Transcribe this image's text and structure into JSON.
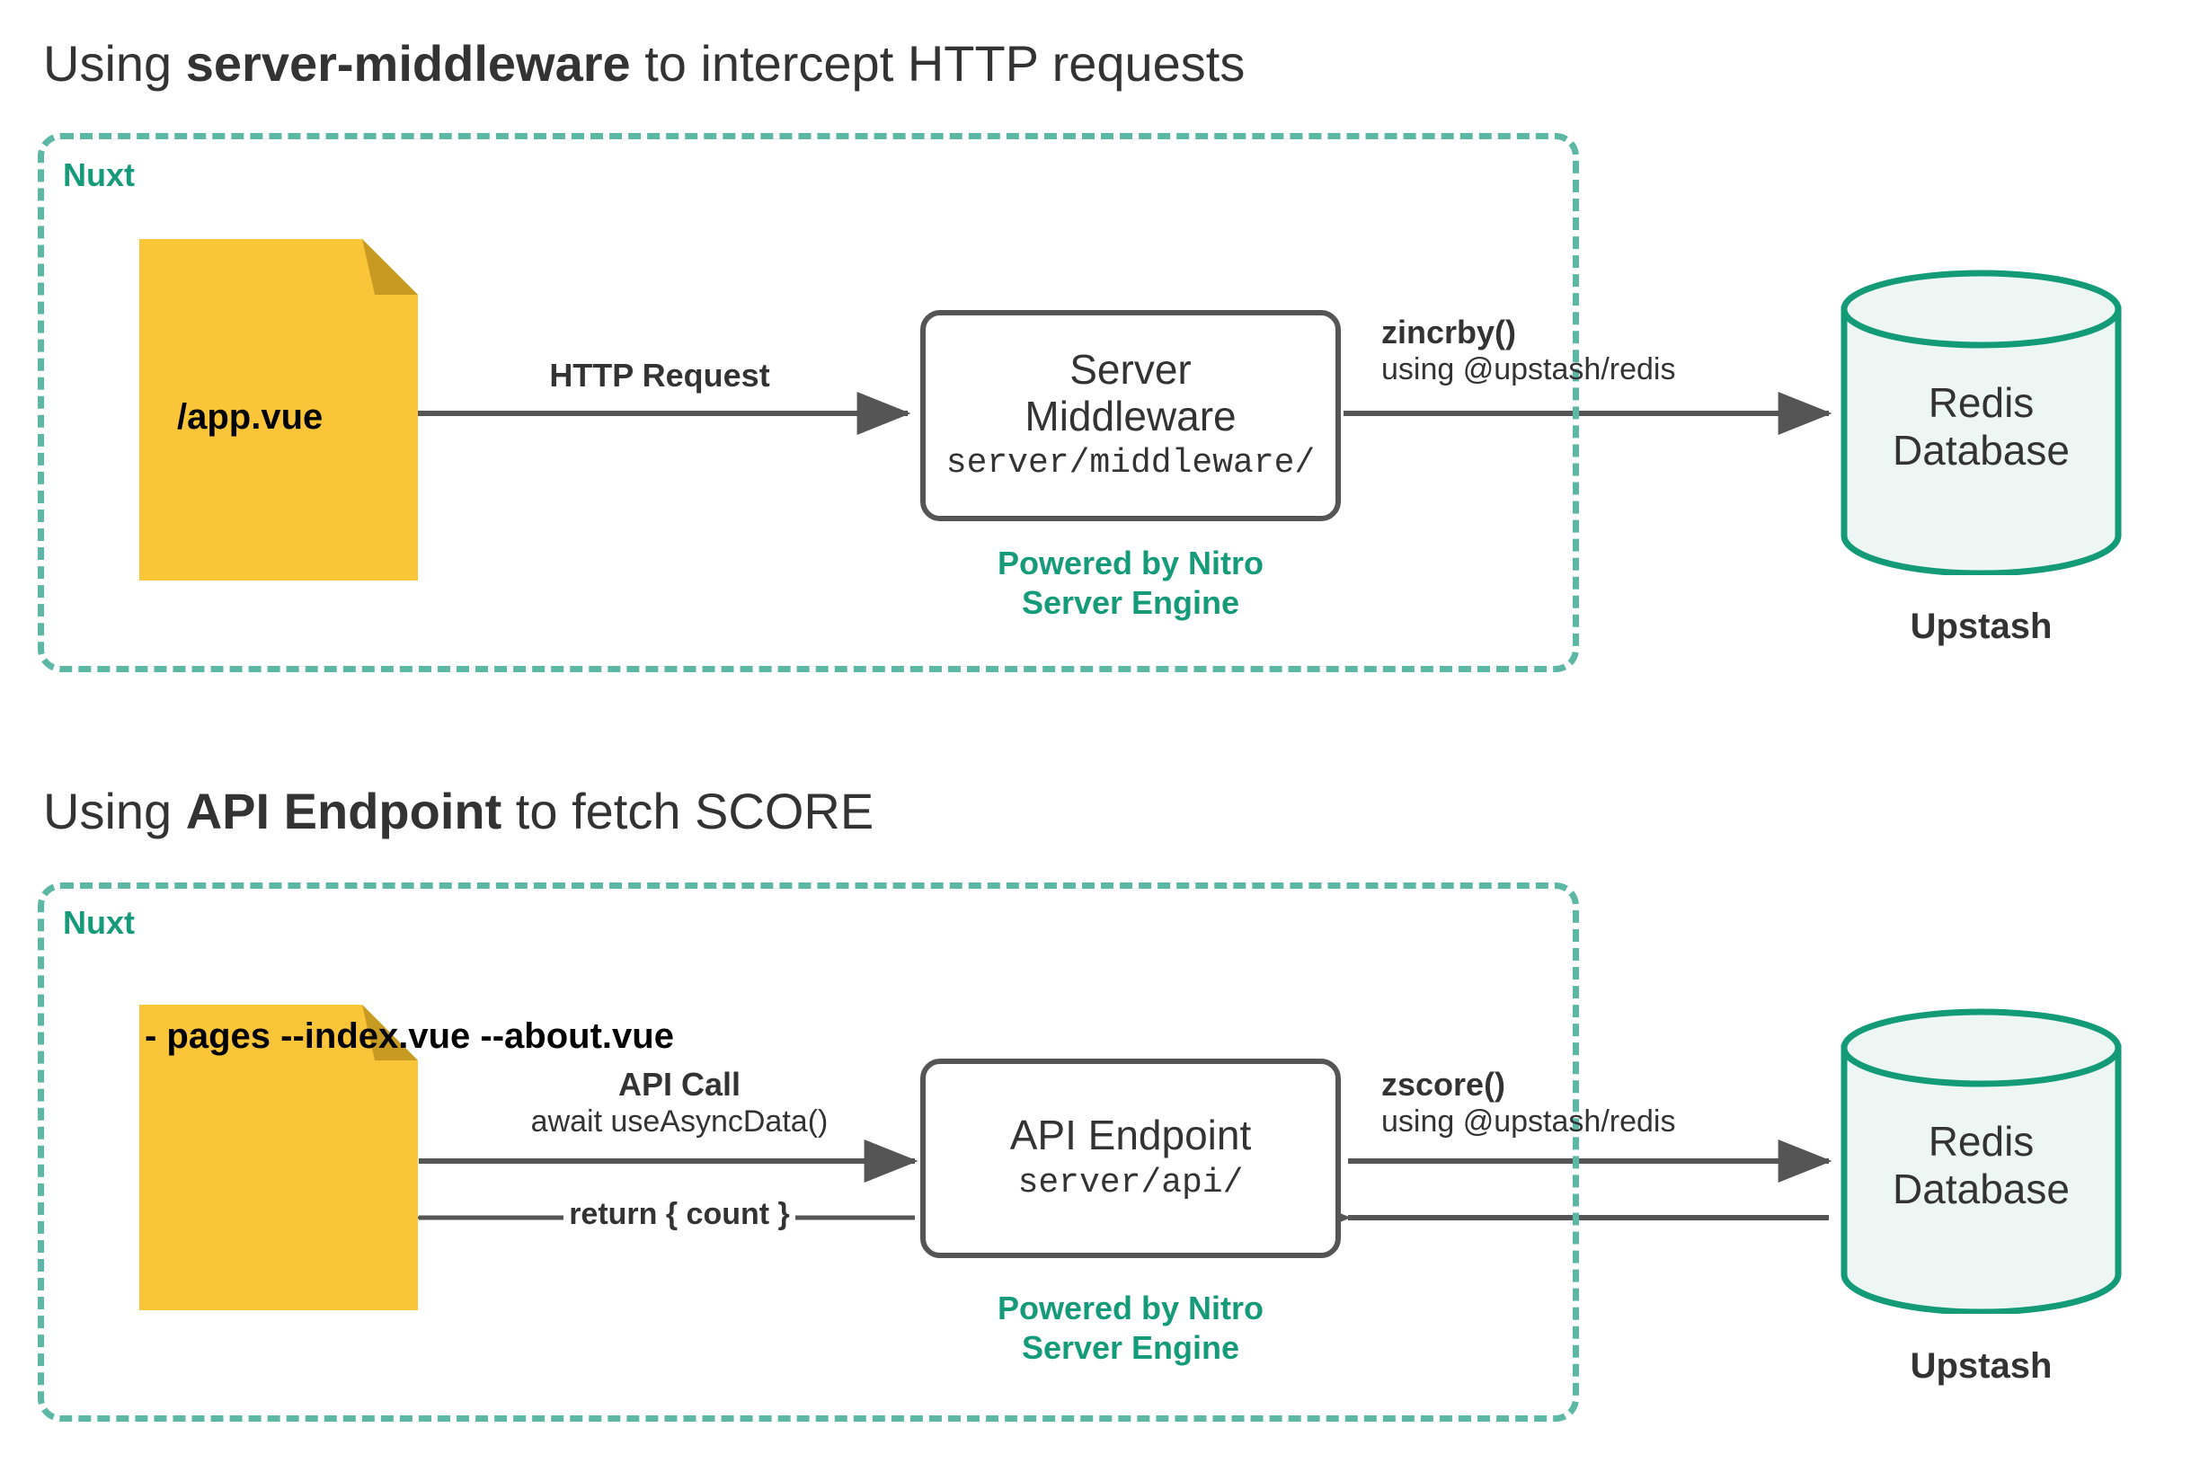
{
  "colors": {
    "nuxt_dashed_border": "#5cb7a5",
    "nuxt_label": "#159b7a",
    "file_yellow": "#fbc53a",
    "file_fold": "#c79a22",
    "box_border": "#555555",
    "arrow": "#555555",
    "db_border": "#139b78",
    "db_fill": "#eef6f4",
    "text": "#333333",
    "nitro_green": "#159b7a"
  },
  "sections": [
    {
      "id": "middleware",
      "title_prefix": "Using ",
      "title_strong": "server-middleware",
      "title_suffix": " to intercept HTTP requests",
      "container_label": "Nuxt",
      "file": {
        "lines": "/app.vue"
      },
      "arrow_in": {
        "bold": "HTTP Request",
        "plain": ""
      },
      "process": {
        "title": "Server\nMiddleware",
        "path": "server/middleware/",
        "caption": "Powered by Nitro\nServer Engine"
      },
      "arrow_out": {
        "bold": "zincrby()",
        "plain": "using @upstash/redis"
      },
      "database": {
        "label": "Redis\nDatabase",
        "caption": "Upstash"
      }
    },
    {
      "id": "api-endpoint",
      "title_prefix": "Using ",
      "title_strong": "API Endpoint",
      "title_suffix": " to fetch SCORE",
      "container_label": "Nuxt",
      "file": {
        "lines": "- pages\n--index.vue\n--about.vue"
      },
      "arrow_in": {
        "bold": "API Call",
        "plain": "await useAsyncData()"
      },
      "arrow_return": {
        "label": "return { count }"
      },
      "process": {
        "title": "API Endpoint",
        "path": "server/api/",
        "caption": "Powered by Nitro\nServer Engine"
      },
      "arrow_out": {
        "bold": "zscore()",
        "plain": "using @upstash/redis"
      },
      "database": {
        "label": "Redis\nDatabase",
        "caption": "Upstash"
      }
    }
  ]
}
